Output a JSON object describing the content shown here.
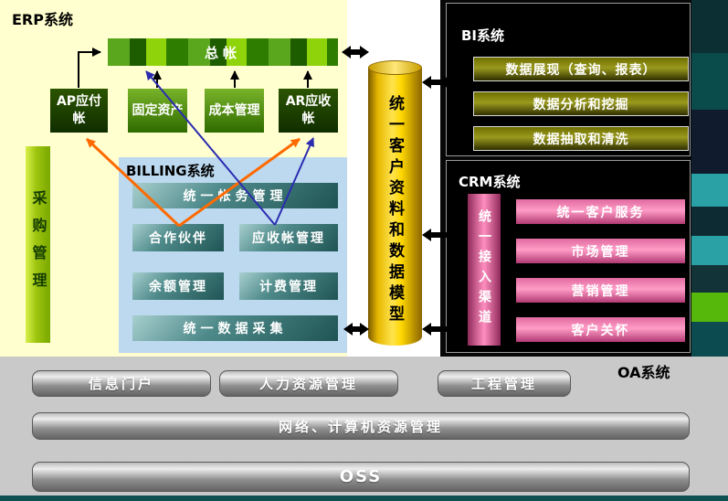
{
  "erp": {
    "title": "ERP系统",
    "general_ledger": "总帐",
    "procurement_vertical": "采购管理",
    "modules": [
      "AP应付帐",
      "固定资产",
      "成本管理",
      "AR应收帐"
    ]
  },
  "billing": {
    "title": "BILLING系统",
    "unified_accounting": "统一帐务管理",
    "partners": "合作伙伴",
    "receivables": "应收帐管理",
    "balance": "余额管理",
    "charging": "计费管理",
    "data_collection": "统一数据采集"
  },
  "data_model": {
    "label": "统一客户资料和数据模型"
  },
  "bi": {
    "title": "BI系统",
    "items": [
      "数据展现（查询、报表）",
      "数据分析和挖掘",
      "数据抽取和清洗"
    ]
  },
  "crm": {
    "title": "CRM系统",
    "access_channel_vertical": "统一接入渠道",
    "items": [
      "统一客户服务",
      "市场管理",
      "营销管理",
      "客户关怀"
    ]
  },
  "oa": {
    "title": "OA系统",
    "portal": "信息门户",
    "hr": "人力资源管理",
    "engineering": "工程管理",
    "network": "网络、计算机资源管理",
    "oss": "OSS"
  },
  "colors": {
    "erp_panel_bg": "#FFFFD0",
    "billing_panel_bg": "#BCD9F0",
    "cylinder_gold": "#FFD700",
    "bi_bar_olive": "#8A8A1A",
    "crm_bar_pink": "#FF9CC6",
    "arrow_orange": "#FF6A00",
    "arrow_blue": "#2B2BB0"
  }
}
